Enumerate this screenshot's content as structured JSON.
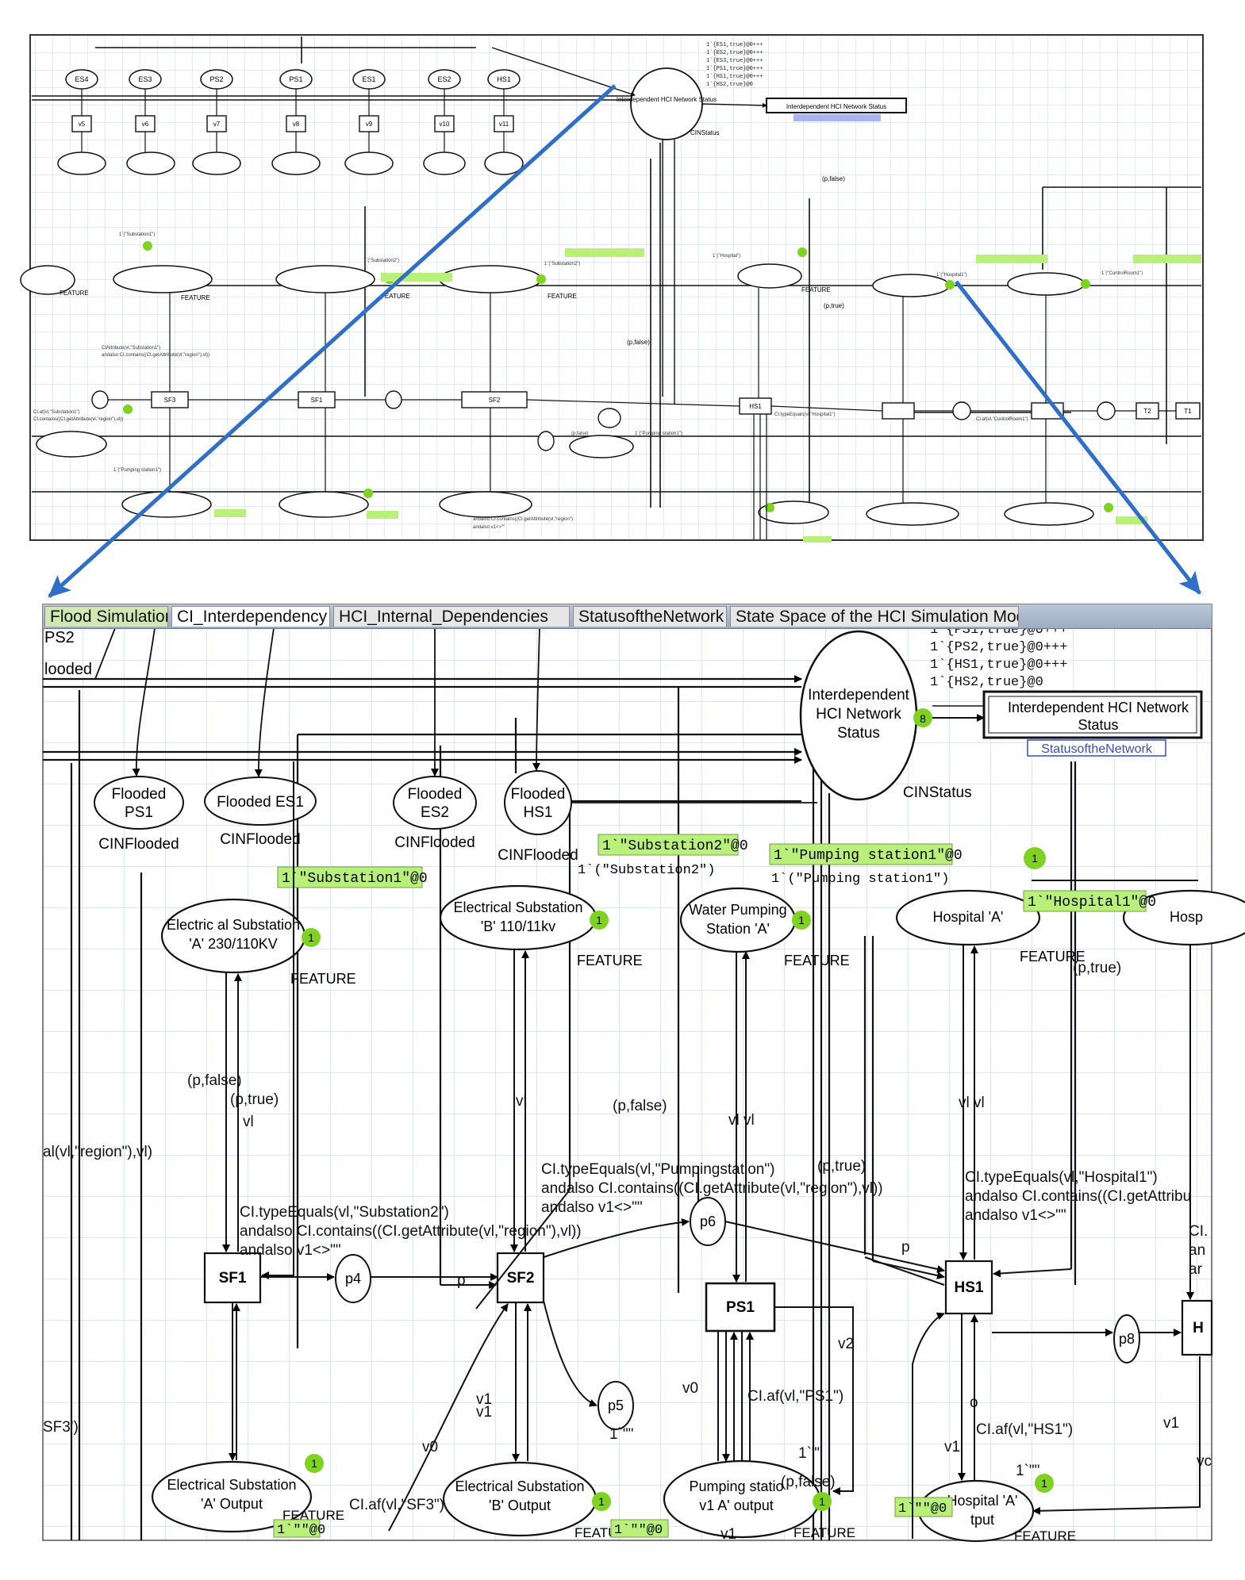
{
  "tabs": [
    {
      "label": "Flood Simulation",
      "style": "green"
    },
    {
      "label": "CI_Interdependency",
      "style": "active"
    },
    {
      "label": "HCI_Internal_Dependencies",
      "style": "normal"
    },
    {
      "label": "StatusoftheNetwork",
      "style": "normal"
    },
    {
      "label": "State Space of the HCI Simulation Model",
      "style": "normal"
    }
  ],
  "colors": {
    "grid": "#c9d2ea",
    "arrow": "#2f6fc9",
    "token": "#7ed321",
    "marking_bg": "#b8f07a",
    "fusion_tag": "#3a4fb0",
    "tab_bar": "#a9b6cc"
  },
  "overview": {
    "places": [
      "ES4",
      "ES3",
      "PS2",
      "PS1",
      "ES1",
      "ES2",
      "HS1"
    ],
    "transitions": [
      "v5",
      "v6",
      "v7",
      "v8",
      "v9",
      "v10",
      "v11"
    ],
    "status_place": "Interdependent HCI Network Status",
    "status_box": "Interdependent HCI Network Status",
    "cin_status": "CINStatus",
    "lower_transitions": [
      "SF3",
      "SF1",
      "SF2",
      "HS1",
      "T2",
      "T1"
    ],
    "labels": [
      "FEATURE",
      "FEATURE",
      "FEATURE",
      "FEATURE",
      "FEATURE",
      "(p,false)",
      "(p,true)",
      "(p,false)"
    ]
  },
  "detail": {
    "status_place": {
      "line1": "Interdependent",
      "line2": "HCI Network",
      "line3": "Status"
    },
    "status_tokens": "8",
    "status_box": {
      "line1": "Interdependent HCI Network",
      "line2": "Status"
    },
    "status_fusion": "StatusoftheNetwork",
    "status_marking": [
      "1`{PS2,true}@0+++",
      "1`{HS1,true}@0+++",
      "1`{HS2,true}@0"
    ],
    "cin_status": "CINStatus",
    "top_left_label": "PS2",
    "top_left_label2": "looded",
    "flooded": [
      {
        "line1": "Flooded",
        "line2": "PS1",
        "type": "CINFlooded"
      },
      {
        "line1": "Flooded ES1",
        "line2": "",
        "type": "CINFlooded"
      },
      {
        "line1": "Flooded",
        "line2": "ES2",
        "type": "CINFlooded"
      },
      {
        "line1": "Flooded",
        "line2": "HS1",
        "type": "CINFlooded"
      }
    ],
    "ci_places": [
      {
        "line1": "Electric al Substation",
        "line2": "'A' 230/110KV",
        "token": "1",
        "feature": "FEATURE",
        "marking": "1`\"Substation1\"@0"
      },
      {
        "line1": "Electrical Substation",
        "line2": "'B' 110/11kv",
        "token": "1",
        "feature": "FEATURE",
        "marking": "1`\"Substation2\"@0",
        "arc": "1`(\"Substation2\")"
      },
      {
        "line1": "Water Pumping",
        "line2": "Station 'A'",
        "token": "1",
        "feature": "FEATURE",
        "marking": "1`\"Pumping station1\"@0",
        "arc": "1`(\"Pumping station1\")"
      },
      {
        "line1": "Hospital 'A'",
        "line2": "",
        "token": "1",
        "feature": "FEATURE",
        "marking": "1`\"Hospital1\"@0"
      },
      {
        "line1": "Hosp",
        "line2": ""
      }
    ],
    "transitions": {
      "sf1": "SF1",
      "sf2": "SF2",
      "ps1": "PS1",
      "hs1": "HS1",
      "right": "H"
    },
    "small_places": {
      "p4": "p4",
      "p5": "p5",
      "p6": "p6",
      "p8": "p8"
    },
    "outputs": [
      {
        "line1": "Electrical Substation",
        "line2": "'A' Output",
        "token": "1",
        "feature": "FEATURE",
        "marking": "1`\"\"@0"
      },
      {
        "line1": "Electrical Substation",
        "line2": "'B' Output",
        "token": "1",
        "feature": "FEATU",
        "marking": "1`\"\"@0"
      },
      {
        "line1": "Pumping statio",
        "line2": "v1 A' output",
        "token": "1",
        "feature": "FEATURE"
      },
      {
        "line1": "Hospital 'A'",
        "line2": "tput",
        "token": "1",
        "feature": "FEATURE",
        "marking": "1`\"\"@0"
      }
    ],
    "arc_labels": {
      "p_false_1": "(p,false)",
      "p_true_1": "(p,true)",
      "vl_1": "vl",
      "vl_2": "vl",
      "p_false_2": "(p,false)",
      "vl_vl_1": "vl vl",
      "p_true_2": "(p,true)",
      "vl_vl_2": "vl vl",
      "p_true_3": "(p,true)",
      "region_left": "al(vl,\"region\"),vl)",
      "sf3": "SF3')",
      "p_1": "p",
      "p_2": "p",
      "v2": "v2",
      "v0_1": "v0",
      "v0_2": "v0",
      "v1_1": "v1",
      "v1_2": "v1",
      "v1_3": "v1",
      "v1_4": "v1",
      "v1_5": "v1",
      "vc": "vc",
      "blank_1": "1`\"\"",
      "blank_2": "1`\"\"",
      "blank_3": "1`\"\"",
      "o": "o",
      "af_ps1": "CI.af(vl,\"PS1\")",
      "af_sf3": "CI.af(vl,\"SF3\")",
      "af_hs1": "CI.af(vl,\"HS1\")",
      "p_false_3": "(p,false)",
      "r_right": "CI.",
      "r_right2": "an",
      "r_right3": "ar"
    },
    "guards": {
      "sf2": [
        "CI.typeEquals(vl,\"Substation2\")",
        "andalso CI.contains((CI.getAttribute(vl,\"region\"),vl))",
        "andalso v1<>\"\""
      ],
      "ps1": [
        "CI.typeEquals(vl,\"Pumpingstation\")",
        "andalso CI.contains((CI.getAttribute(vl,\"region\"),vl))",
        "andalso v1<>\"\""
      ],
      "hs1": [
        "CI.typeEquals(vl,\"Hospital1\")",
        "andalso CI.contains((CI.getAttribu",
        "andalso v1<>\"\""
      ]
    }
  }
}
